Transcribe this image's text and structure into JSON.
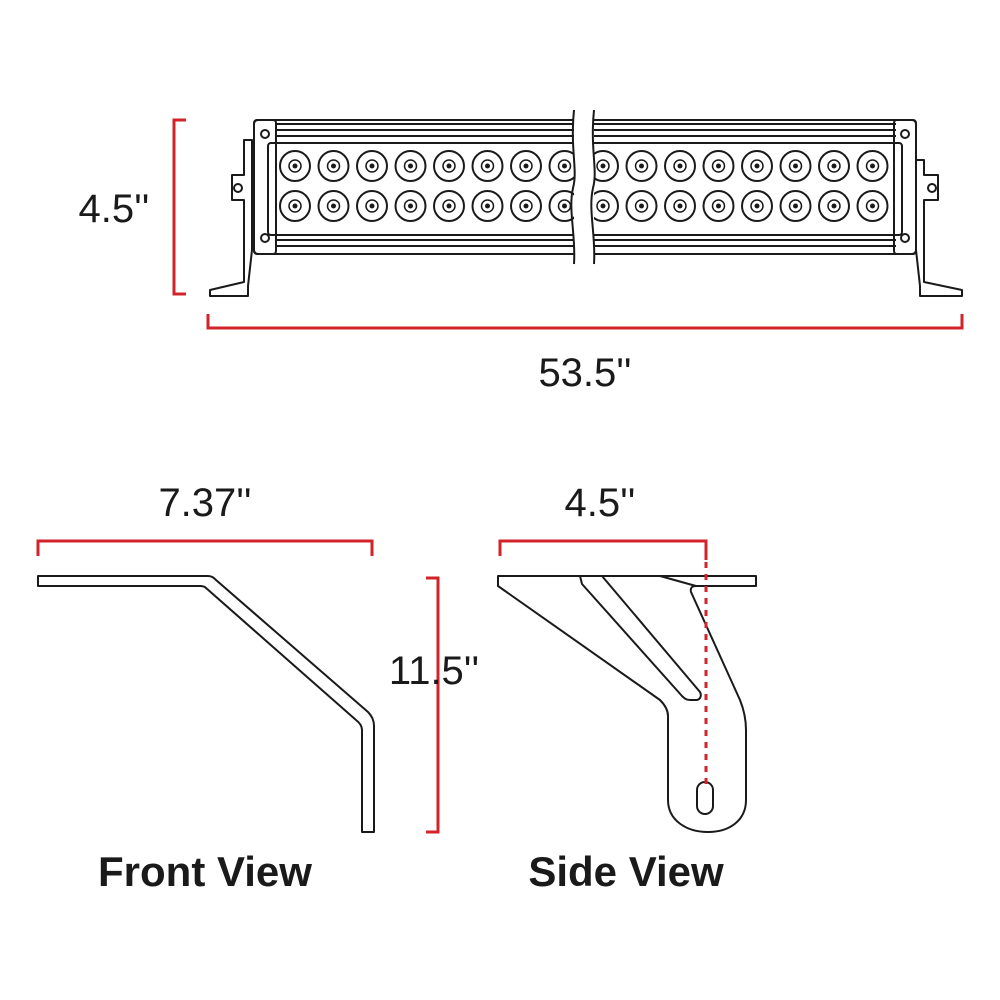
{
  "light_bar": {
    "height_label": "4.5''",
    "width_label": "53.5''",
    "led_columns": 16,
    "led_rows": 2
  },
  "front_view": {
    "caption": "Front View",
    "width_label": "7.37''",
    "height_label": "11.5''"
  },
  "side_view": {
    "caption": "Side View",
    "width_label": "4.5''"
  },
  "colors": {
    "dimension_line": "#d3232a",
    "outline": "#1a1a1a"
  }
}
